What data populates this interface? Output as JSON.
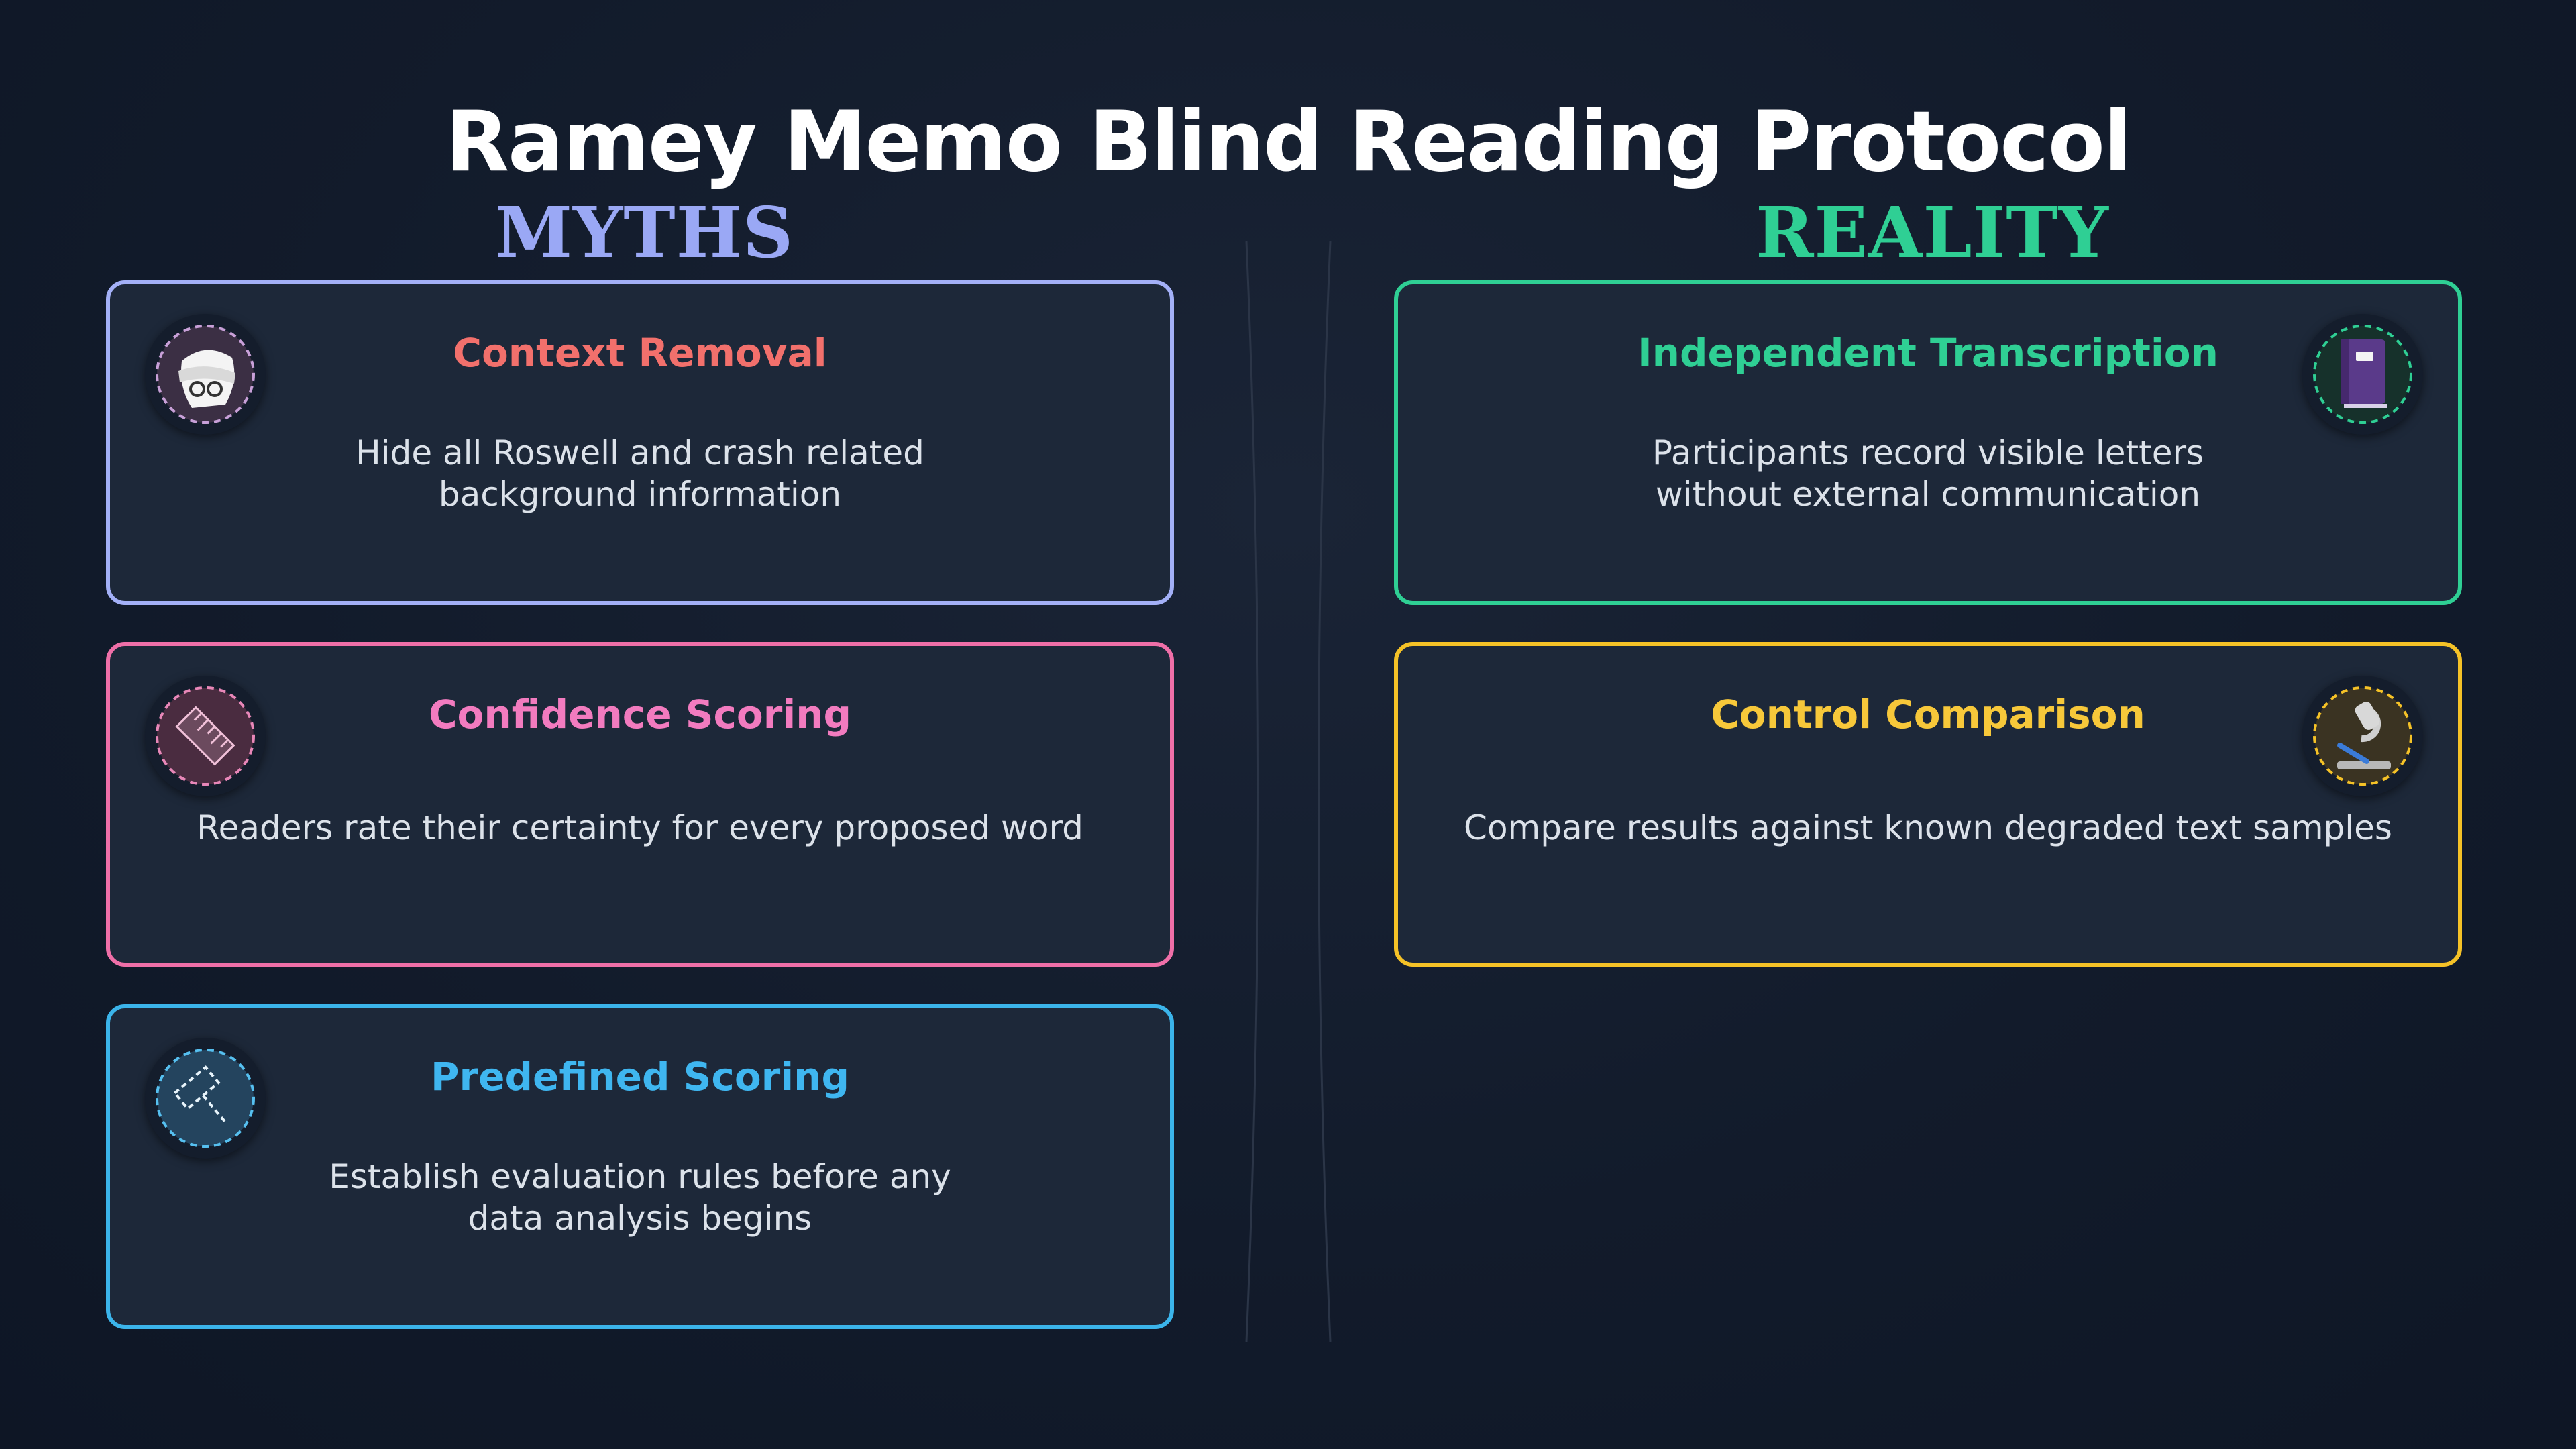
{
  "title": "Ramey Memo Blind Reading Protocol",
  "columns": {
    "myths": {
      "heading": "MYTHS",
      "color": "#9aa8f5",
      "cards": [
        {
          "title": "Context Removal",
          "description": "Hide all Roswell and crash related background information",
          "border_color": "#a3b0f7",
          "title_color": "#f2706c",
          "icon": "blindfold-icon"
        },
        {
          "title": "Confidence Scoring",
          "description": "Readers rate their certainty for every proposed word",
          "border_color": "#ef6fa8",
          "title_color": "#f27bbf",
          "icon": "ruler-icon"
        },
        {
          "title": "Predefined Scoring",
          "description": "Establish evaluation rules before any data analysis begins",
          "border_color": "#3bb4ea",
          "title_color": "#3fb6f0",
          "icon": "gavel-icon"
        }
      ]
    },
    "reality": {
      "heading": "REALITY",
      "color": "#2fcf94",
      "cards": [
        {
          "title": "Independent Transcription",
          "description": "Participants record visible letters without external communication",
          "border_color": "#2fcf94",
          "title_color": "#2fcf94",
          "icon": "notebook-icon"
        },
        {
          "title": "Control Comparison",
          "description": "Compare results against known degraded text samples",
          "border_color": "#f5c227",
          "title_color": "#f7c83a",
          "icon": "microscope-icon"
        }
      ]
    }
  }
}
